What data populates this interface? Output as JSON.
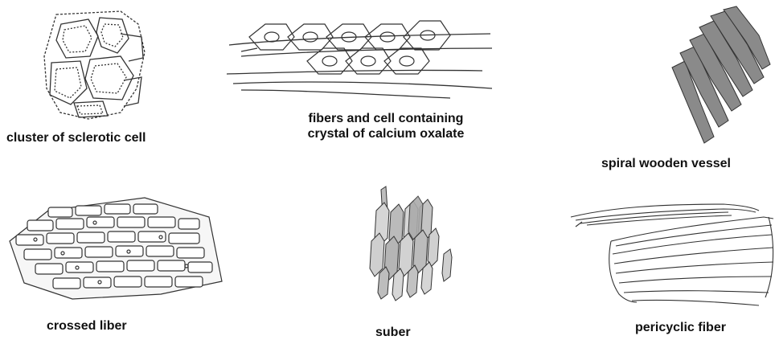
{
  "panels": [
    {
      "id": "cluster",
      "caption": "cluster of sclerotic cell"
    },
    {
      "id": "fibers",
      "caption_lines": [
        "fibers and cell containing",
        "crystal of calcium oxalate"
      ]
    },
    {
      "id": "spiral",
      "caption": "spiral wooden vessel"
    },
    {
      "id": "crossed",
      "caption": "crossed liber"
    },
    {
      "id": "suber",
      "caption": "suber"
    },
    {
      "id": "pericyclic",
      "caption": "pericyclic fiber"
    }
  ],
  "colors": {
    "line": "#333333",
    "shade": "#8a8a8a",
    "light_fill": "#f2f2f2",
    "background": "#ffffff"
  }
}
